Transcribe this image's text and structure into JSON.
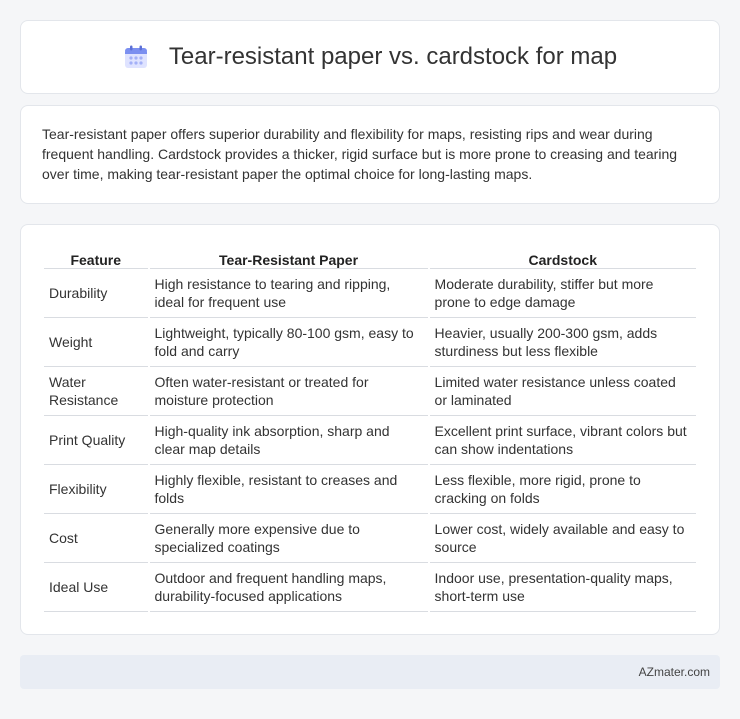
{
  "header": {
    "title": "Tear-resistant paper vs. cardstock for map",
    "icon": "calendar-icon",
    "icon_colors": {
      "top": "#7b8ff0",
      "body": "#dfe3ff",
      "dots": "#a3b0f7"
    }
  },
  "intro": {
    "text": "Tear-resistant paper offers superior durability and flexibility for maps, resisting rips and wear during frequent handling. Cardstock provides a thicker, rigid surface but is more prone to creasing and tearing over time, making tear-resistant paper the optimal choice for long-lasting maps."
  },
  "table": {
    "headers": [
      "Feature",
      "Tear-Resistant Paper",
      "Cardstock"
    ],
    "rows": [
      [
        "Durability",
        "High resistance to tearing and ripping, ideal for frequent use",
        "Moderate durability, stiffer but more prone to edge damage"
      ],
      [
        "Weight",
        "Lightweight, typically 80-100 gsm, easy to fold and carry",
        "Heavier, usually 200-300 gsm, adds sturdiness but less flexible"
      ],
      [
        "Water Resistance",
        "Often water-resistant or treated for moisture protection",
        "Limited water resistance unless coated or laminated"
      ],
      [
        "Print Quality",
        "High-quality ink absorption, sharp and clear map details",
        "Excellent print surface, vibrant colors but can show indentations"
      ],
      [
        "Flexibility",
        "Highly flexible, resistant to creases and folds",
        "Less flexible, more rigid, prone to cracking on folds"
      ],
      [
        "Cost",
        "Generally more expensive due to specialized coatings",
        "Lower cost, widely available and easy to source"
      ],
      [
        "Ideal Use",
        "Outdoor and frequent handling maps, durability-focused applications",
        "Indoor use, presentation-quality maps, short-term use"
      ]
    ]
  },
  "footer": {
    "brand": "AZmater.com"
  }
}
